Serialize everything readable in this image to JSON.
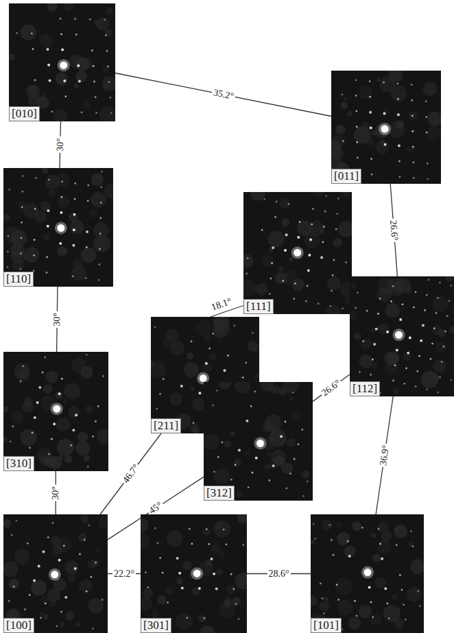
{
  "diagram": {
    "nodes": [
      {
        "text": [
          "[010]"
        ]
      },
      {
        "text": [
          "[011]"
        ]
      },
      {
        "text": [
          "[110]"
        ]
      },
      {
        "text": [
          "[111]"
        ]
      },
      {
        "text": [
          "[112]"
        ]
      },
      {
        "text": [
          "[310]"
        ]
      },
      {
        "text": [
          "[211]"
        ]
      },
      {
        "text": [
          "[312]"
        ]
      },
      {
        "text": [
          "[100]"
        ]
      },
      {
        "text": [
          "[301]"
        ]
      },
      {
        "text": [
          "[101]"
        ]
      }
    ],
    "edges": [
      {
        "from": 0,
        "to": 1,
        "arrow": "none",
        "label": "35.2°"
      },
      {
        "from": 0,
        "to": 2,
        "arrow": "none",
        "label": "30°"
      },
      {
        "from": 2,
        "to": 5,
        "arrow": "none",
        "label": "30°"
      },
      {
        "from": 5,
        "to": 8,
        "arrow": "none",
        "label": "30°"
      },
      {
        "from": 1,
        "to": 4,
        "arrow": "none",
        "label": "26.6°"
      },
      {
        "from": 3,
        "to": 6,
        "arrow": "none",
        "label": "18.1°"
      },
      {
        "from": 7,
        "to": 4,
        "arrow": "none",
        "label": "26.6°"
      },
      {
        "from": 4,
        "to": 10,
        "arrow": "none",
        "label": "36.9°"
      },
      {
        "from": 8,
        "to": 6,
        "arrow": "none",
        "label": "46.7°"
      },
      {
        "from": 8,
        "to": 7,
        "arrow": "none",
        "label": "45°"
      },
      {
        "from": 8,
        "to": 9,
        "arrow": "none",
        "label": "22.2°"
      },
      {
        "from": 9,
        "to": 10,
        "arrow": "none",
        "label": "28.6°"
      }
    ]
  }
}
